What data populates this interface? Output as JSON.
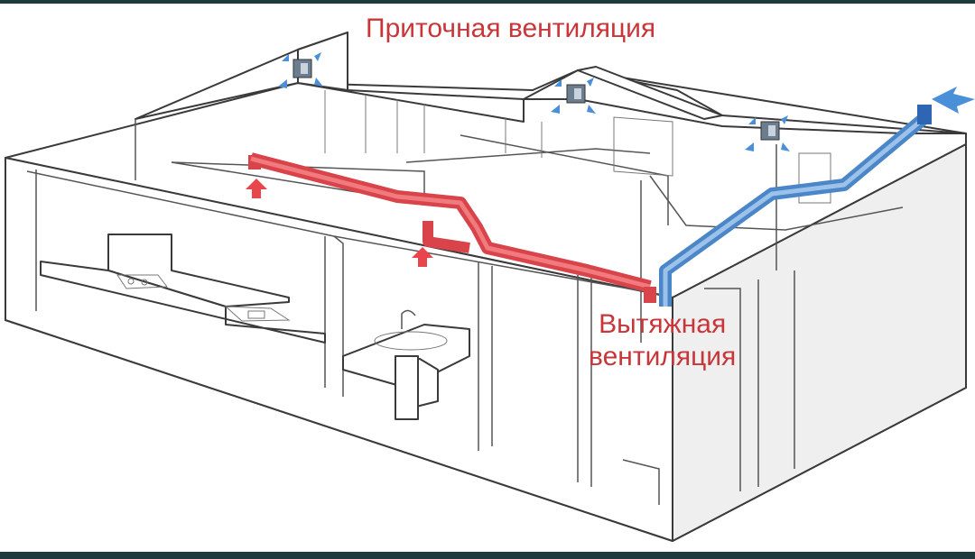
{
  "labels": {
    "supply": "Приточная вентиляция",
    "exhaust_line1": "Вытяжная",
    "exhaust_line2": "вентиляция"
  },
  "colors": {
    "label_text": "#c8363a",
    "exhaust_duct": "#d9434a",
    "supply_duct": "#4a86c8",
    "airflow_arrow": "#4a90d8",
    "frame_bar": "#1f3a3a"
  },
  "icons": {
    "supply_diffuser": "diffuser-icon",
    "intake_arrow": "up-arrow-icon",
    "outlet_arrow": "outlet-arrow-icon"
  }
}
